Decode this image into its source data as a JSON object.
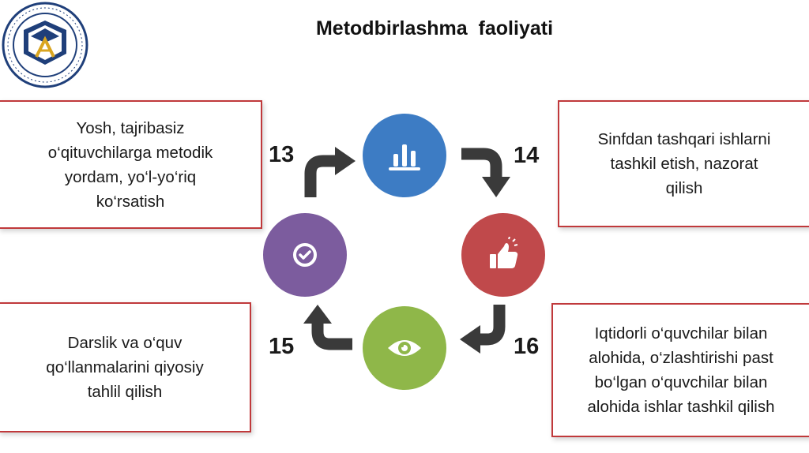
{
  "title": "Metodbirlashma  faoliyati",
  "colors": {
    "box_border": "#c0393b",
    "circle_top": "#3d7cc4",
    "circle_right": "#c0494b",
    "circle_bottom": "#8fb749",
    "circle_left": "#7c5c9e",
    "arrow": "#3a3a3a"
  },
  "items": [
    {
      "number": "13",
      "lines": [
        "Yosh, tajribasiz",
        "o‘qituvchilarga metodik",
        "yordam, yo‘l-yo‘riq",
        "ko‘rsatish"
      ]
    },
    {
      "number": "14",
      "lines": [
        "Sinfdan tashqari ishlarni",
        "tashkil etish, nazorat",
        "qilish"
      ]
    },
    {
      "number": "15",
      "lines": [
        "Darslik va o‘quv",
        "qo‘llanmalarini qiyosiy",
        "tahlil qilish"
      ]
    },
    {
      "number": "16",
      "lines": [
        "Iqtidorli o‘quvchilar  bilan",
        "alohida, o‘zlashtirishi past",
        "bo‘lgan o‘quvchilar bilan",
        "alohida ishlar tashkil qilish"
      ]
    }
  ],
  "icons": {
    "top": "bar-chart-icon",
    "right": "thumbs-up-icon",
    "bottom": "eye-icon",
    "left": "check-icon",
    "logo": "institution-logo"
  }
}
